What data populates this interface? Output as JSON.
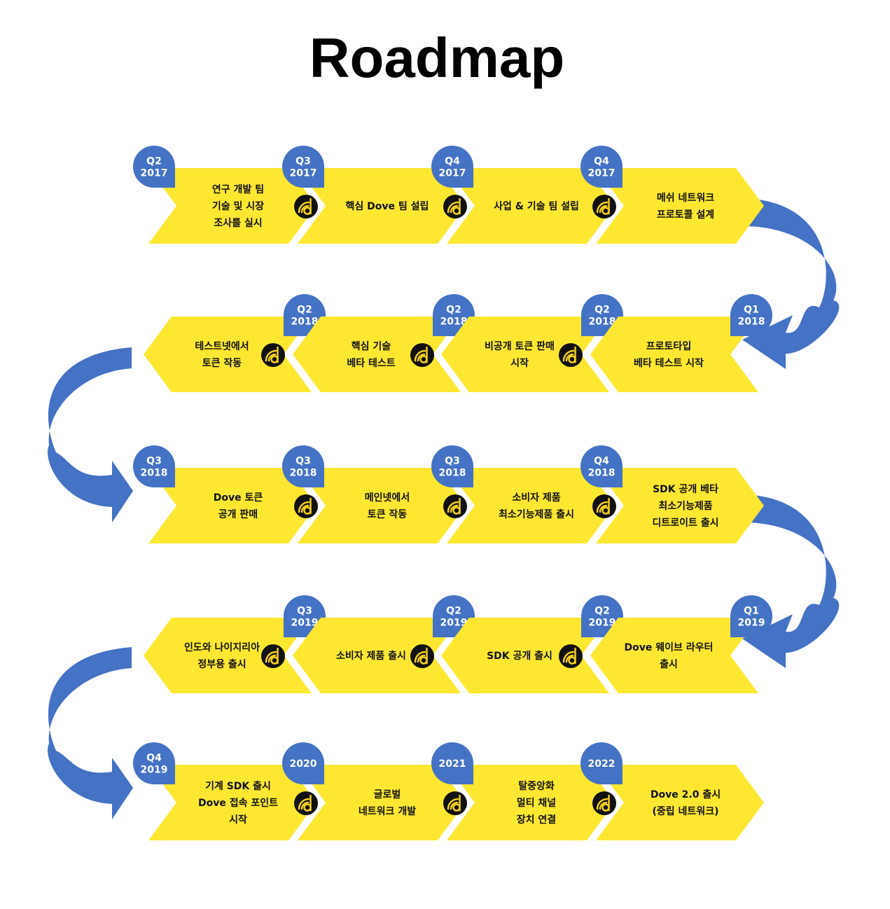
{
  "title": "Roadmap",
  "colors": {
    "chevron": "#fde731",
    "badge": "#4472c4",
    "arrow": "#4472c4",
    "icon_bg": "#111111",
    "icon_fg": "#f2cf1a"
  },
  "rows": [
    {
      "direction": "right",
      "items": [
        {
          "badge": [
            "Q2",
            "2017"
          ],
          "text": [
            "연구 개발 팀",
            "기술 및 시장",
            "조사를 실시"
          ]
        },
        {
          "badge": [
            "Q3",
            "2017"
          ],
          "text": [
            "핵심 Dove 팀 설립"
          ]
        },
        {
          "badge": [
            "Q4",
            "2017"
          ],
          "text": [
            "사업 & 기술 팀 설립"
          ]
        },
        {
          "badge": [
            "Q4",
            "2017"
          ],
          "text": [
            "메쉬 네트워크",
            "프로토콜 설계"
          ]
        }
      ]
    },
    {
      "direction": "left",
      "items": [
        {
          "badge": [
            "Q2",
            "2018"
          ],
          "text": [
            "테스트넷에서",
            "토큰 작동"
          ]
        },
        {
          "badge": [
            "Q2",
            "2018"
          ],
          "text": [
            "핵심 기술",
            "베타 테스트"
          ]
        },
        {
          "badge": [
            "Q2",
            "2018"
          ],
          "text": [
            "비공개 토큰 판매",
            "시작"
          ]
        },
        {
          "badge": [
            "Q1",
            "2018"
          ],
          "text": [
            "프로토타입",
            "베타 테스트 시작"
          ]
        }
      ]
    },
    {
      "direction": "right",
      "items": [
        {
          "badge": [
            "Q3",
            "2018"
          ],
          "text": [
            "Dove 토큰",
            "공개 판매"
          ]
        },
        {
          "badge": [
            "Q3",
            "2018"
          ],
          "text": [
            "메인넷에서",
            "토큰 작동"
          ]
        },
        {
          "badge": [
            "Q3",
            "2018"
          ],
          "text": [
            "소비자 제품",
            "최소기능제품 출시"
          ]
        },
        {
          "badge": [
            "Q4",
            "2018"
          ],
          "text": [
            "SDK 공개 베타",
            "최소기능제품",
            "디트로이트 출시"
          ]
        }
      ]
    },
    {
      "direction": "left",
      "items": [
        {
          "badge": [
            "Q3",
            "2019"
          ],
          "text": [
            "인도와 나이지리아",
            "정부용 출시"
          ]
        },
        {
          "badge": [
            "Q2",
            "2019"
          ],
          "text": [
            "소비자 제품 출시"
          ]
        },
        {
          "badge": [
            "Q2",
            "2019"
          ],
          "text": [
            "SDK 공개 출시"
          ]
        },
        {
          "badge": [
            "Q1",
            "2019"
          ],
          "text": [
            "Dove 웨이브 라우터",
            "출시"
          ]
        }
      ]
    },
    {
      "direction": "right",
      "items": [
        {
          "badge": [
            "Q4",
            "2019"
          ],
          "text": [
            "기계 SDK 출시",
            "Dove 접속 포인트",
            "시작"
          ]
        },
        {
          "badge": [
            "2020"
          ],
          "text": [
            "글로벌",
            "네트워크 개발"
          ]
        },
        {
          "badge": [
            "2021"
          ],
          "text": [
            "탈중앙화",
            "멀티 채널",
            "장치 연결"
          ]
        },
        {
          "badge": [
            "2022"
          ],
          "text": [
            "Dove 2.0 출시",
            "(중립 네트워크)"
          ]
        }
      ]
    }
  ]
}
